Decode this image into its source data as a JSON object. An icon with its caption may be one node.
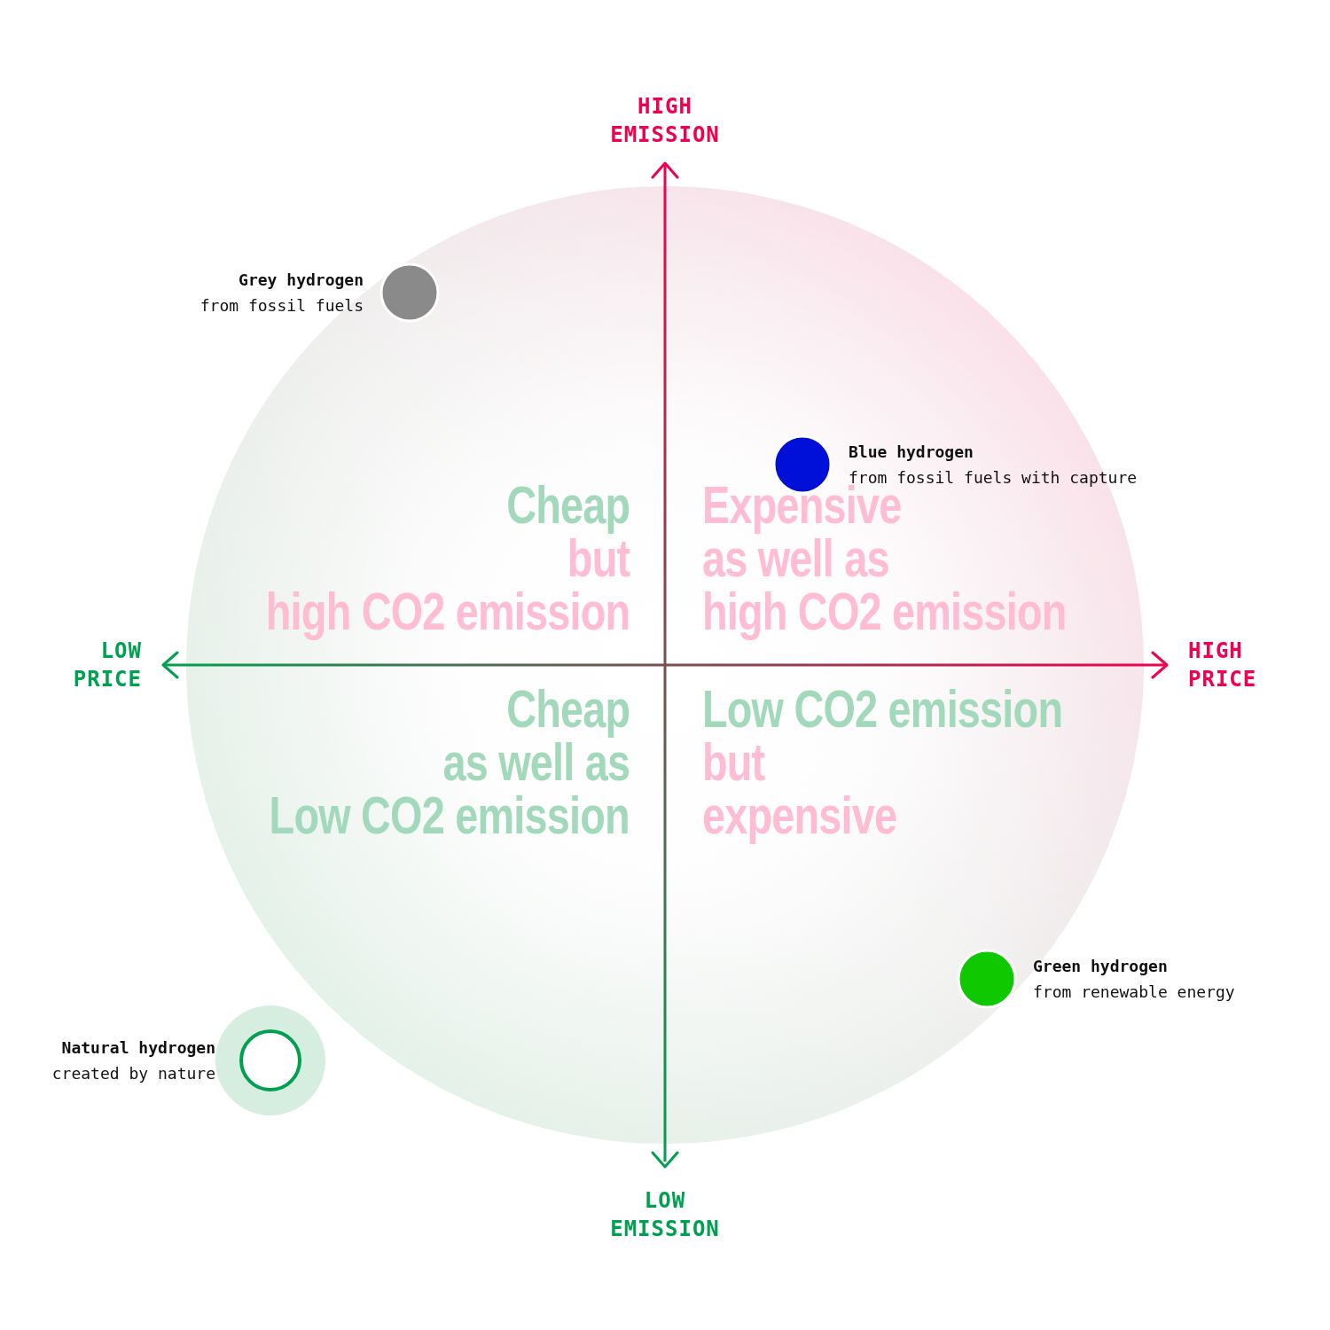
{
  "diagram": {
    "nodes": [
      {
        "text": [
          "Grey hydrogen",
          "from fossil fuels"
        ]
      },
      {
        "text": [
          "Blue hydrogen",
          "from fossil fuels with capture"
        ]
      },
      {
        "text": [
          "Green hydrogen",
          "from renewable energy"
        ]
      },
      {
        "text": [
          "Natural hydrogen",
          "created by nature"
        ]
      }
    ],
    "edges": [],
    "labels": [
      "HIGH EMISSION",
      "LOW PRICE",
      "HIGH PRICE",
      "LOW EMISSION",
      "Cheap",
      "but",
      "high CO2 emission",
      "Expensive",
      "as well as",
      "high CO2 emission",
      "Cheap",
      "as well as",
      "Low CO2 emission",
      "Low CO2 emission",
      "but",
      "expensive"
    ]
  }
}
